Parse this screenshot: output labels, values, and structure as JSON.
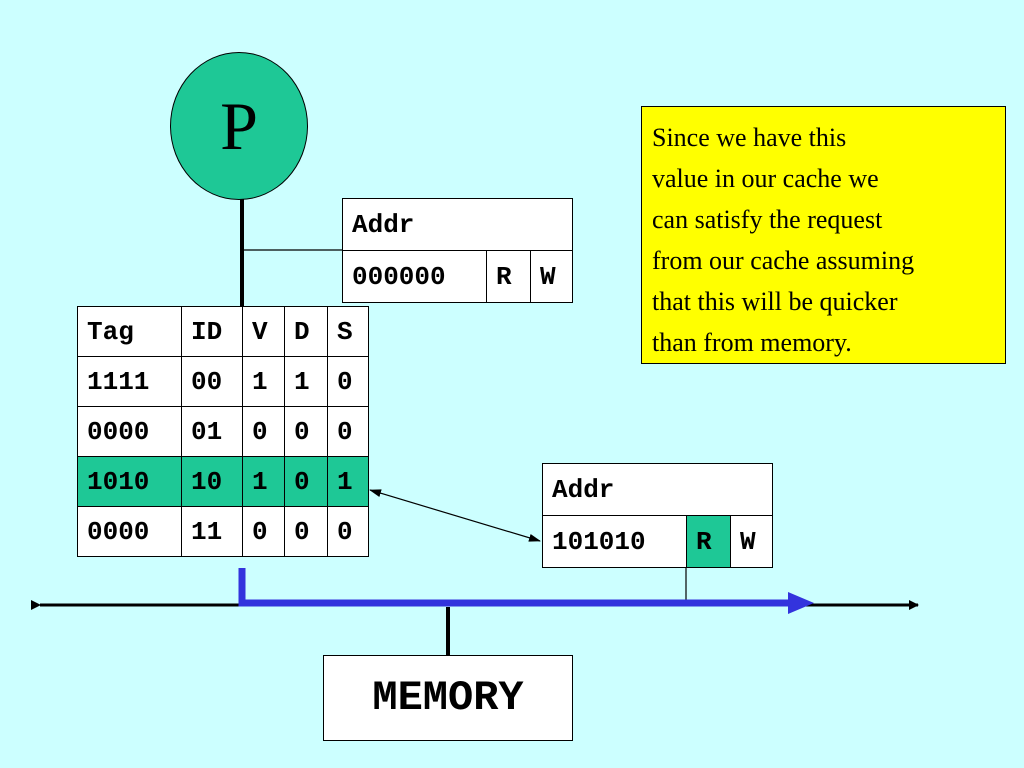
{
  "processor": {
    "label": "P"
  },
  "cache": {
    "headers": [
      "Tag",
      "ID",
      "V",
      "D",
      "S"
    ],
    "rows": [
      [
        "1111",
        "00",
        "1",
        "1",
        "0"
      ],
      [
        "0000",
        "01",
        "0",
        "0",
        "0"
      ],
      [
        "1010",
        "10",
        "1",
        "0",
        "1"
      ],
      [
        "0000",
        "11",
        "0",
        "0",
        "0"
      ]
    ],
    "highlighted_row_index": 2
  },
  "processor_request": {
    "addr_label": "Addr",
    "address": "000000",
    "read": "R",
    "write": "W"
  },
  "bus_request": {
    "addr_label": "Addr",
    "address": "101010",
    "read": "R",
    "write": "W",
    "active_operation": "R"
  },
  "note": {
    "lines": [
      "Since we have this",
      "value in our cache we",
      "can satisfy the request",
      "from our cache assuming",
      "that this will be quicker",
      "than from memory."
    ]
  },
  "memory": {
    "label": "MEMORY"
  },
  "colors": {
    "background": "#ccffff",
    "highlight": "#1ec896",
    "note": "#ffff00",
    "bus_path": "#3333dd"
  }
}
